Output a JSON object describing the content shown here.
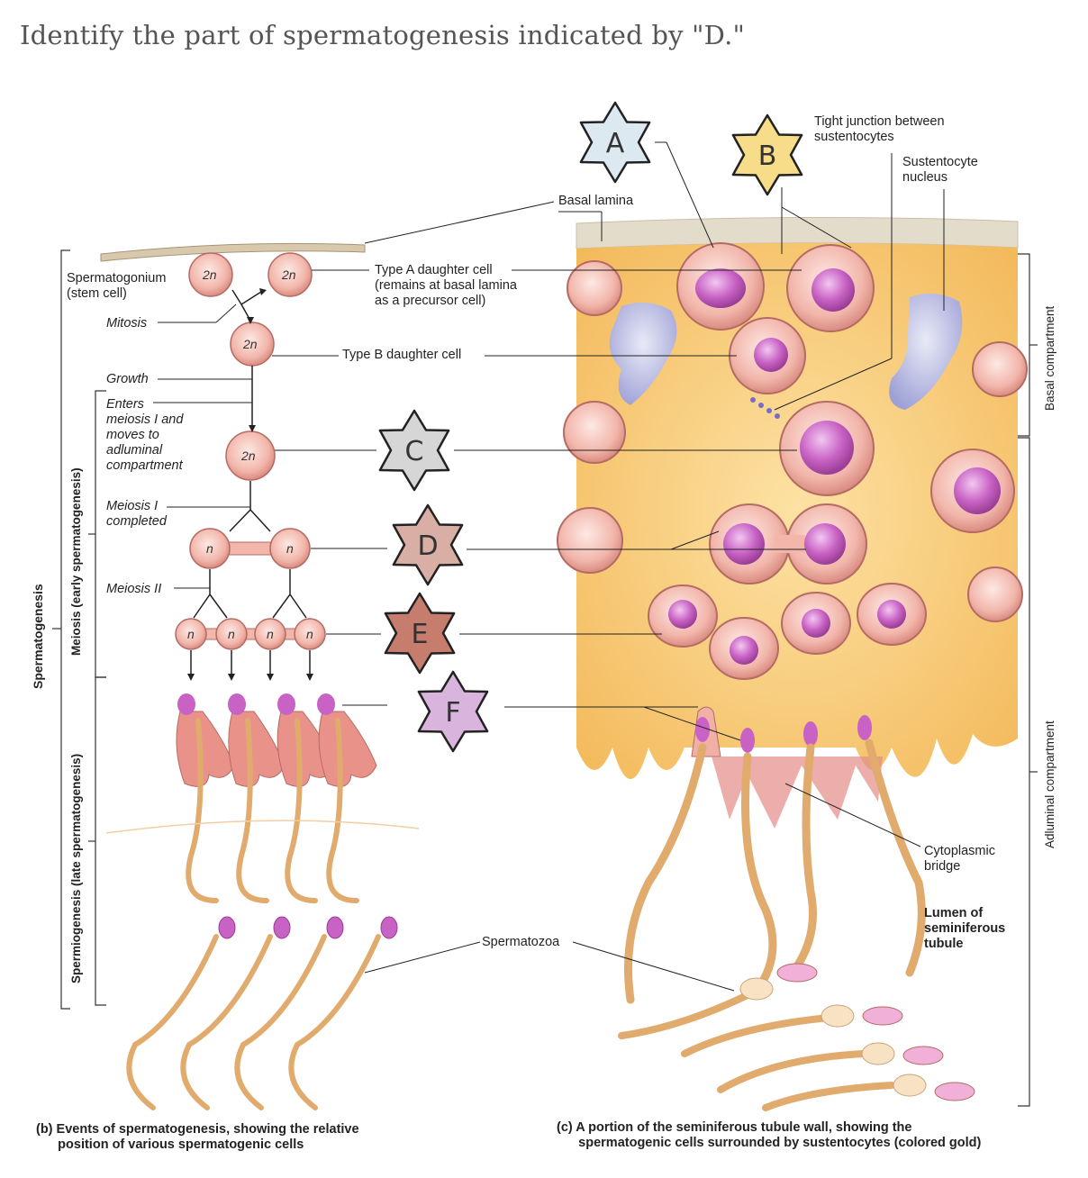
{
  "question": "Identify the part of spermatogenesis indicated by \"D.\"",
  "stars": [
    {
      "letter": "A",
      "color": "#dde9f1"
    },
    {
      "letter": "B",
      "color": "#f7dc8a"
    },
    {
      "letter": "C",
      "color": "#d6d6d6"
    },
    {
      "letter": "D",
      "color": "#d9aea4"
    },
    {
      "letter": "E",
      "color": "#c77d6e"
    },
    {
      "letter": "F",
      "color": "#d9b4dc"
    }
  ],
  "ploidy": {
    "diploid": "2n",
    "haploid": "n"
  },
  "labels": {
    "basal_lamina": "Basal lamina",
    "tight_junction": "Tight junction between\nsustentocytes",
    "sustentocyte_nucleus": "Sustentocyte\nnucleus",
    "spermatogonium": "Spermatogonium\n(stem cell)",
    "type_a": "Type A daughter cell\n(remains at basal lamina\nas a precursor cell)",
    "mitosis": "Mitosis",
    "type_b": "Type B daughter cell",
    "growth": "Growth",
    "enters_meiosis": "Enters\nmeiosis I and\nmoves to\nadluminal\ncompartment",
    "meiosis_i_completed": "Meiosis I\ncompleted",
    "meiosis_ii": "Meiosis II",
    "cytoplasmic_bridge": "Cytoplasmic\nbridge",
    "lumen": "Lumen of\nseminiferous\ntubule",
    "spermatozoa": "Spermatozoa"
  },
  "side_labels": {
    "spermatogenesis": "Spermatogenesis",
    "meiosis_early": "Meiosis (early spermatogenesis)",
    "spermiogenesis_late": "Spermiogenesis (late spermatogenesis)",
    "basal_compartment": "Basal compartment",
    "adluminal_compartment": "Adluminal compartment"
  },
  "captions": {
    "b": "(b) Events of spermatogenesis, showing the relative\n      position of various spermatogenic cells",
    "c": "(c) A portion of the seminiferous tubule wall, showing the\n      spermatogenic cells surrounded by sustentocytes (colored gold)"
  },
  "colors": {
    "sustentocyte_gold": "#f7c96a",
    "cell_pink": "#f1b0a6",
    "nucleus_purple": "#c45fc0",
    "tail_tan": "#e7b77c",
    "nucleus_lavender": "#aeb1dc"
  }
}
